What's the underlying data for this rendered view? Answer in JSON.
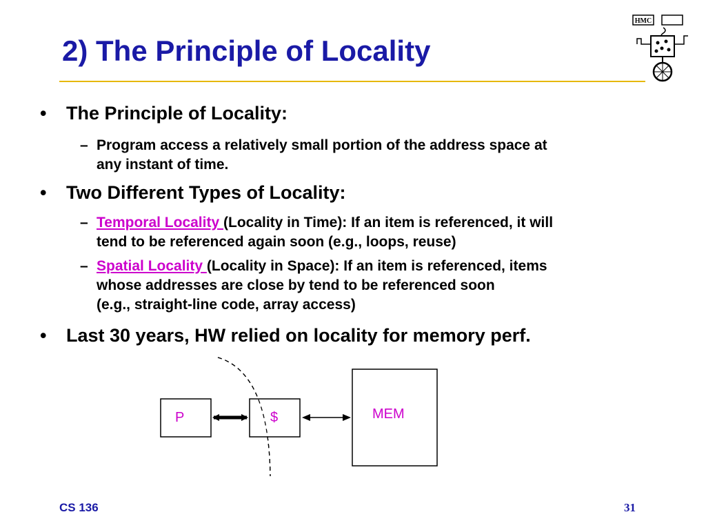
{
  "slide": {
    "title": "2) The Principle of Locality",
    "bullets": [
      {
        "text": "The Principle of Locality:",
        "sub": [
          {
            "lines": [
              "Program access a relatively small portion of the address space at",
              "any instant of time."
            ]
          }
        ]
      },
      {
        "text": "Two Different Types of Locality:",
        "sub": [
          {
            "highlight": "Temporal Locality ",
            "lines": [
              "(Locality in Time): If an item is referenced, it will",
              "tend to be referenced again soon (e.g., loops, reuse)"
            ]
          },
          {
            "highlight": "Spatial Locality ",
            "lines": [
              "(Locality in Space): If an item is referenced, items",
              "whose addresses are close by tend to be referenced soon",
              "(e.g., straight-line code, array access)"
            ]
          }
        ]
      },
      {
        "text": "Last 30 years, HW relied on locality for memory perf.",
        "sub": []
      }
    ],
    "bullet_glyph": "•",
    "dash_glyph": "–"
  },
  "diagram": {
    "processor_label": "P",
    "cache_label": "$",
    "memory_label": "MEM"
  },
  "footer": {
    "course": "CS 136",
    "page_number": "31"
  },
  "logo": {
    "text": "HMC CS",
    "icon": "hmc-cs-robot-logo"
  },
  "colors": {
    "title": "#1a1aa6",
    "rule": "#e6b800",
    "highlight": "#cc00cc"
  }
}
